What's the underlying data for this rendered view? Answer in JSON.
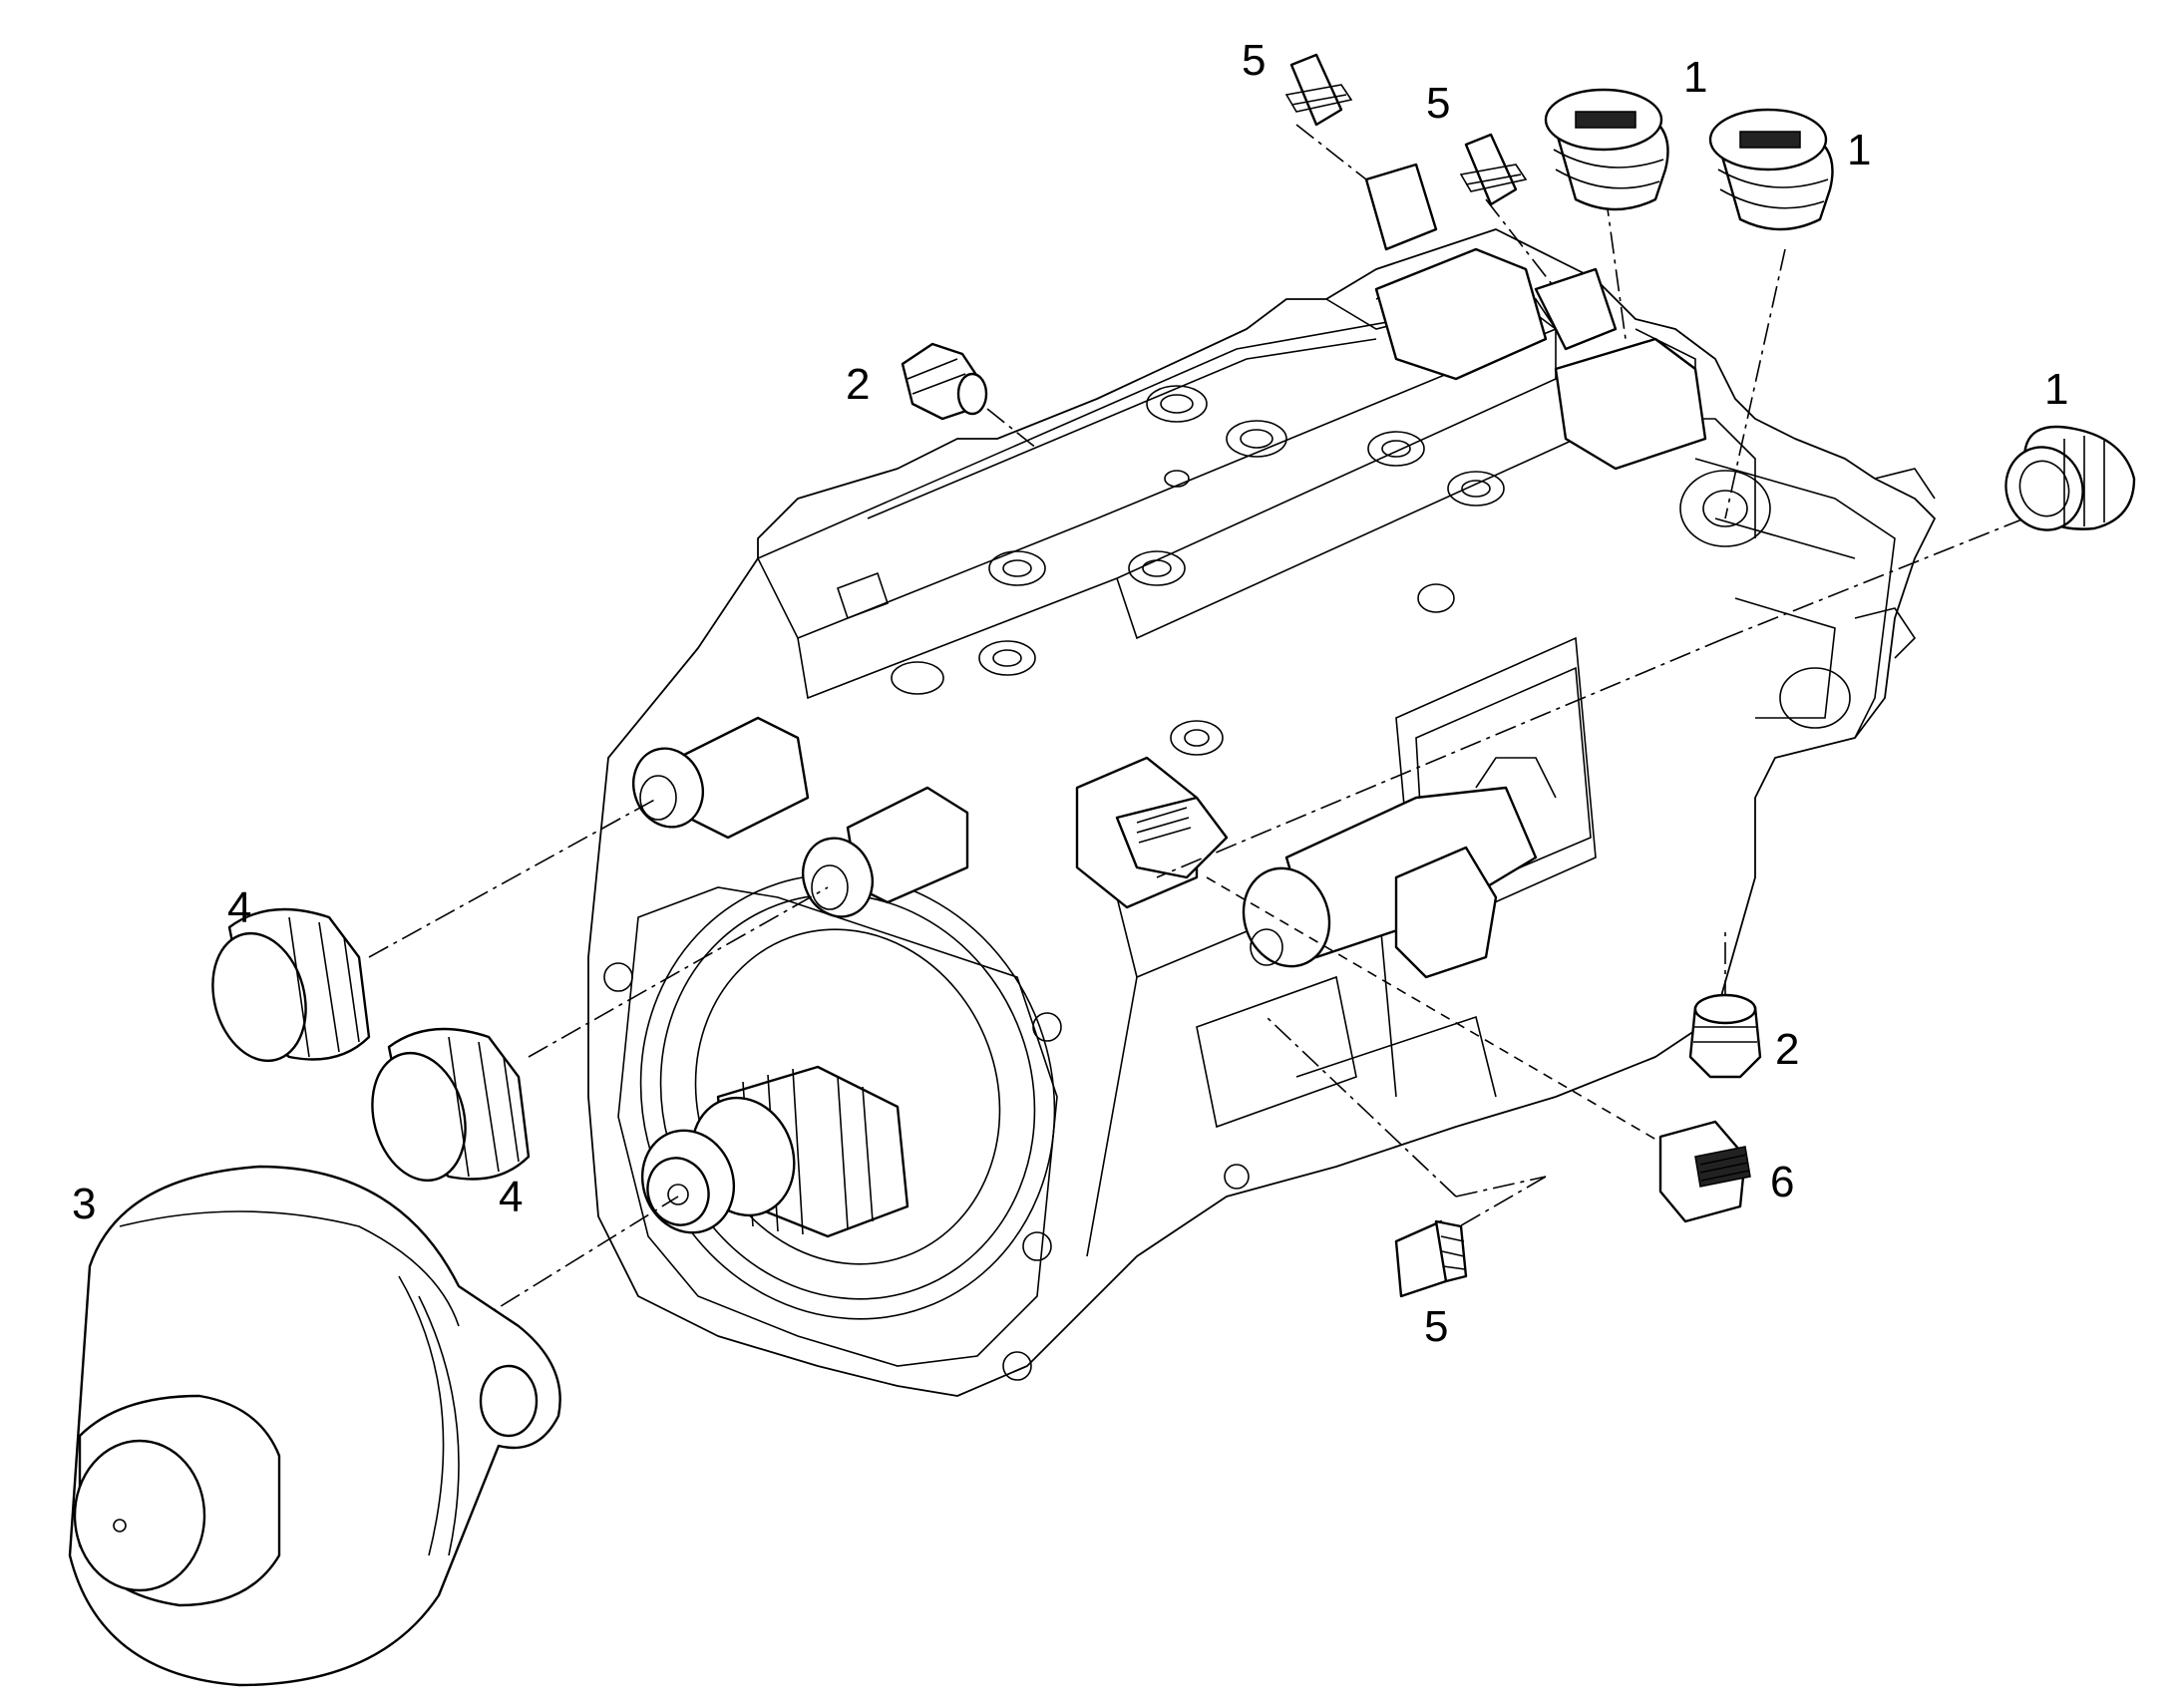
{
  "diagram": {
    "callouts": [
      {
        "id": "c1a",
        "label": "1"
      },
      {
        "id": "c1b",
        "label": "1"
      },
      {
        "id": "c1c",
        "label": "1"
      },
      {
        "id": "c2a",
        "label": "2"
      },
      {
        "id": "c2b",
        "label": "2"
      },
      {
        "id": "c3",
        "label": "3"
      },
      {
        "id": "c4a",
        "label": "4"
      },
      {
        "id": "c4b",
        "label": "4"
      },
      {
        "id": "c5a",
        "label": "5"
      },
      {
        "id": "c5b",
        "label": "5"
      },
      {
        "id": "c5c",
        "label": "5"
      },
      {
        "id": "c6",
        "label": "6"
      }
    ]
  },
  "colors": {
    "line": "#000000",
    "background": "#ffffff"
  }
}
